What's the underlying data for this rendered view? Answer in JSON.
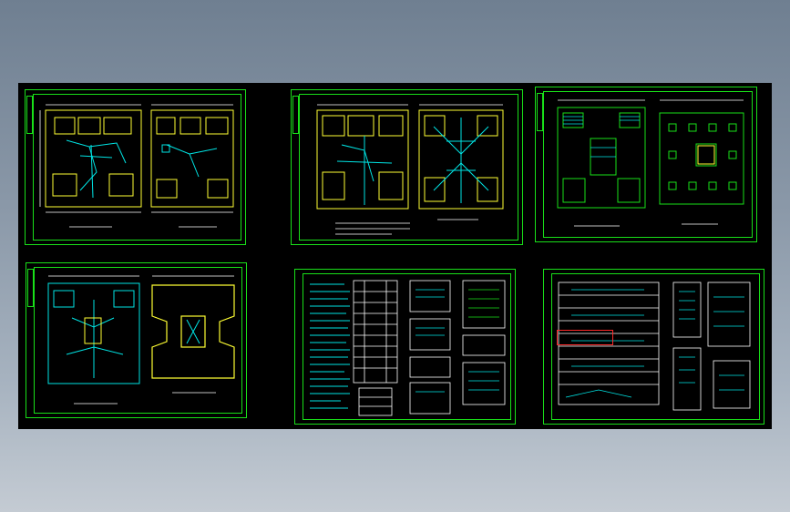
{
  "viewer": {
    "background": [
      "#6f7f91",
      "#c4cbd3"
    ],
    "model_space_color": "#000000"
  },
  "colors": {
    "frame": "#19e019",
    "walls": "#ffff33",
    "wiring": "#00e5e5",
    "notes": "#ffffff",
    "stamp": "#ff2a2a"
  },
  "sheets": [
    {
      "id": "sheet-1",
      "kind": "two-floor-plans"
    },
    {
      "id": "sheet-2",
      "kind": "two-floor-plans"
    },
    {
      "id": "sheet-3",
      "kind": "plan-and-foundation"
    },
    {
      "id": "sheet-4",
      "kind": "two-floor-plans"
    },
    {
      "id": "sheet-5",
      "kind": "notes-and-legends"
    },
    {
      "id": "sheet-6",
      "kind": "system-diagrams"
    }
  ],
  "stamp": {
    "line1": "",
    "line2": ""
  }
}
